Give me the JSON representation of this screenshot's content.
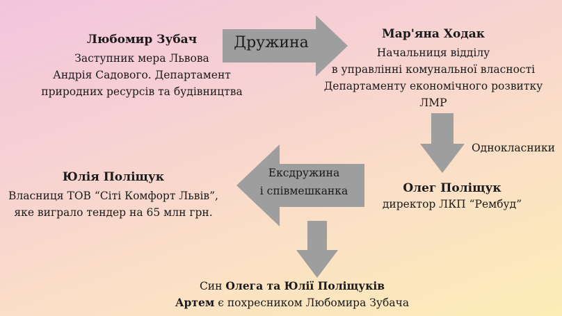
{
  "persons": {
    "zubach": {
      "name": "Любомир Зубач",
      "desc": [
        "Заступник мера Львова",
        "Андрія Садового. Департамент",
        "природних ресурсів та будівництва"
      ]
    },
    "khodak": {
      "name": "Мар'яна Ходак",
      "desc": [
        "Начальниця відділу",
        "в управлінні комунальної власності",
        "Департаменту  економічного розвитку",
        "ЛМР"
      ]
    },
    "polishchuk_oleh": {
      "name": "Олег Поліщук",
      "desc": [
        "директор ЛКП “Рембуд”"
      ]
    },
    "polishchuk_yuliia": {
      "name": "Юлія Поліщук",
      "desc": [
        "Власниця ТОВ “Сіті Комфорт Львів”,",
        "яке виграло тендер на 65 млн грн."
      ]
    }
  },
  "relations": {
    "wife": "Дружина",
    "classmates": "Однокласники",
    "ex_wife": [
      "Ексдружина",
      "і співмешканка"
    ]
  },
  "footer": {
    "line1_prefix": "Син ",
    "line1_bold": "Олега та Юлії Поліщуків",
    "line2_bold": "Артем",
    "line2_rest": " є похресником Любомира Зубача"
  },
  "colors": {
    "arrow": "#9e9e9e"
  }
}
